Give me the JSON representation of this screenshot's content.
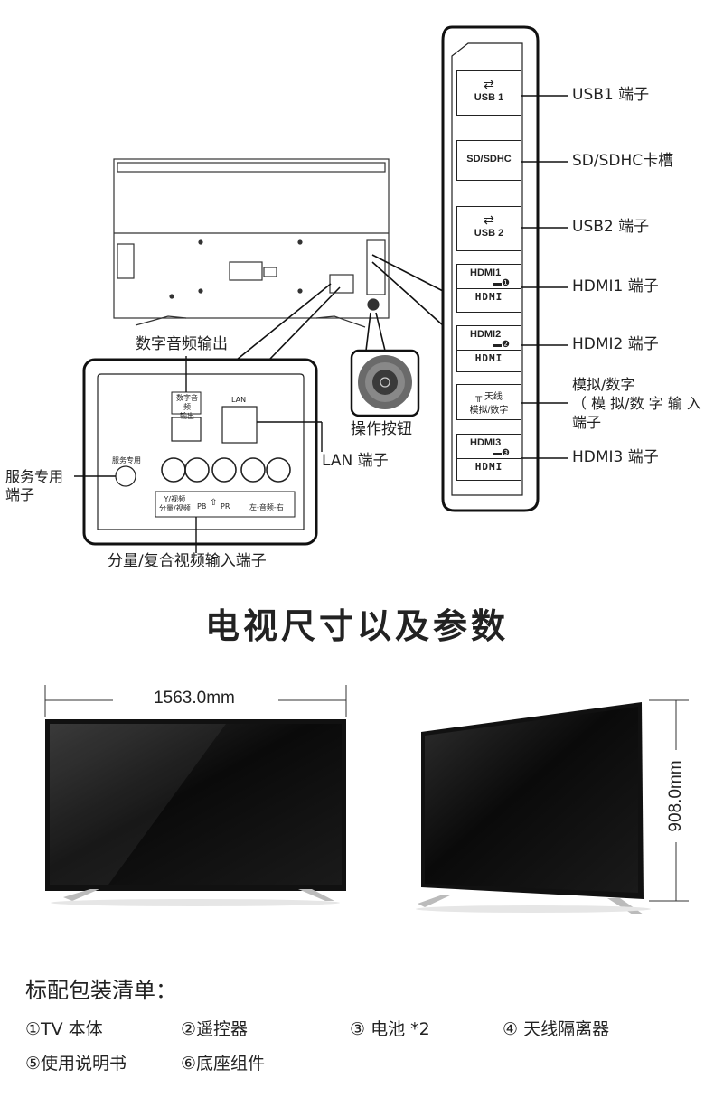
{
  "side_panel": {
    "usb1_box": "USB 1",
    "sd_box": "SD/SDHC",
    "usb2_box": "USB 2",
    "hdmi1_box": "HDMI1",
    "hdmi2_box": "HDMI2",
    "analog_box_top": "天线",
    "analog_box_bottom": "模拟/数字",
    "hdmi3_box": "HDMI3",
    "hdmi_logo": "HDMI"
  },
  "side_labels": {
    "usb1": "USB1 端子",
    "sd": "SD/SDHC卡槽",
    "usb2": "USB2 端子",
    "hdmi1": "HDMI1 端子",
    "hdmi2": "HDMI2 端子",
    "analog_l1": "模拟/数字",
    "analog_l2": "（ 模 拟/数 字 输 入",
    "analog_l3": "端子",
    "hdmi3": "HDMI3 端子"
  },
  "rear_labels": {
    "digital_audio_out": "数字音频输出",
    "operation_button": "操作按钮",
    "lan_port": "LAN 端子",
    "service_l1": "服务专用",
    "service_l2": "端子",
    "component_in": "分量/复合视频输入端子"
  },
  "rear_panel": {
    "digital_audio_box_l1": "数字音频",
    "digital_audio_box_l2": "输出",
    "lan": "LAN",
    "service": "服务专用",
    "yvideo_l1": "Y/视频",
    "yvideo_l2": "分量/视频",
    "pb": "PB",
    "pr": "PR",
    "audio": "左-音频-右"
  },
  "section_title": "电视尺寸以及参数",
  "dimensions": {
    "width": "1563.0mm",
    "height": "908.0mm"
  },
  "package": {
    "title": "标配包装清单：",
    "items": [
      "①TV 本体",
      "②遥控器",
      "③ 电池 *2",
      "④ 天线隔离器",
      "⑤使用说明书",
      "⑥底座组件"
    ]
  }
}
